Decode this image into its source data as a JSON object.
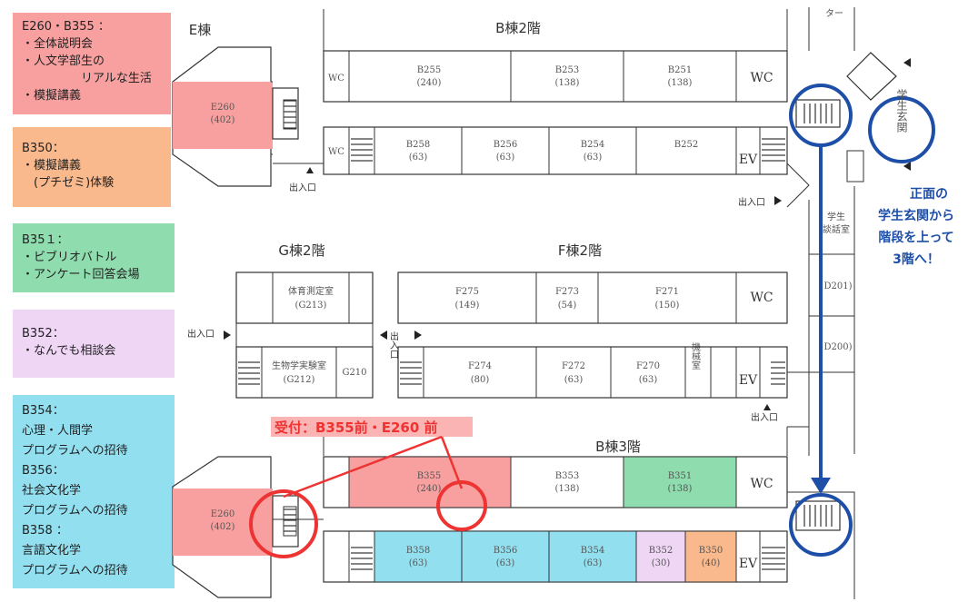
{
  "legend": [
    {
      "lines": [
        "E260・B355 ：",
        "・全体説明会",
        "・人文学部生の",
        "　　　　　リアルな生活",
        "・模擬講義"
      ],
      "color": "#f8a0a0"
    },
    {
      "lines": [
        "B350：",
        "・模擬講義",
        "　(プチゼミ)体験"
      ],
      "color": "#f9b98c"
    },
    {
      "lines": [
        "B35１：",
        "・ビブリオバトル",
        "・アンケート回答会場"
      ],
      "color": "#8fdcae"
    },
    {
      "lines": [
        "B352：",
        "・なんでも相談会"
      ],
      "color": "#eed6f4"
    },
    {
      "lines": [
        "B354：",
        "心理・人間学",
        "プログラムへの招待",
        "B356：",
        "社会文化学",
        "プログラムへの招待",
        "B358 ：",
        "言語文化学",
        "プログラムへの招待"
      ],
      "color": "#92dff0"
    }
  ],
  "floors": {
    "e": "E棟",
    "b2": "B棟2階",
    "g2": "G棟2階",
    "f2": "F棟2階",
    "b3": "B棟3階"
  },
  "rooms": {
    "e260_top": {
      "name": "E260",
      "cap": "(402)"
    },
    "e260_bot": {
      "name": "E260",
      "cap": "(402)"
    },
    "b255": {
      "name": "B255",
      "cap": "(240)"
    },
    "b253": {
      "name": "B253",
      "cap": "(138)"
    },
    "b251": {
      "name": "B251",
      "cap": "(138)"
    },
    "b258": {
      "name": "B258",
      "cap": "(63)"
    },
    "b256": {
      "name": "B256",
      "cap": "(63)"
    },
    "b254": {
      "name": "B254",
      "cap": "(63)"
    },
    "b252": {
      "name": "B252",
      "cap": ""
    },
    "g213": {
      "name": "体育測定室",
      "cap": "(G213)"
    },
    "g212": {
      "name": "生物学実験室",
      "cap": "(G212)"
    },
    "g210": {
      "name": "G210",
      "cap": ""
    },
    "f275": {
      "name": "F275",
      "cap": "(149)"
    },
    "f273": {
      "name": "F273",
      "cap": "(54)"
    },
    "f271": {
      "name": "F271",
      "cap": "(150)"
    },
    "f274": {
      "name": "F274",
      "cap": "(80)"
    },
    "f272": {
      "name": "F272",
      "cap": "(63)"
    },
    "f270": {
      "name": "F270",
      "cap": "(63)"
    },
    "kikai": {
      "name": "機械室",
      "cap": ""
    },
    "b355": {
      "name": "B355",
      "cap": "(240)"
    },
    "b353": {
      "name": "B353",
      "cap": "(138)"
    },
    "b351": {
      "name": "B351",
      "cap": "(138)"
    },
    "b358": {
      "name": "B358",
      "cap": "(63)"
    },
    "b356": {
      "name": "B356",
      "cap": "(63)"
    },
    "b354": {
      "name": "B354",
      "cap": "(63)"
    },
    "b352": {
      "name": "B352",
      "cap": "(30)"
    },
    "b350": {
      "name": "B350",
      "cap": "(40)"
    },
    "lounge": {
      "name": "学生",
      "cap": "談話室"
    },
    "d201": {
      "name": "D201)",
      "cap": ""
    },
    "d200": {
      "name": "D200)",
      "cap": ""
    }
  },
  "labels": {
    "wc": "WC",
    "ev": "EV",
    "entrance": "出入口",
    "entrance_v": "出入口",
    "center_v": "ター",
    "genkan": "学生玄関",
    "reception": "受付：B355前・E260 前",
    "note": [
      "正面の",
      "学生玄関から",
      "階段を上って",
      "3階へ！"
    ]
  },
  "colors": {
    "red": "#f8a0a0",
    "orange": "#f9b98c",
    "green": "#8fdcae",
    "purple": "#eed6f4",
    "cyan": "#92dff0",
    "mark_red": "#ee3333",
    "mark_blue": "#1e4fa8",
    "reception_bg": "#fbb4b4"
  }
}
